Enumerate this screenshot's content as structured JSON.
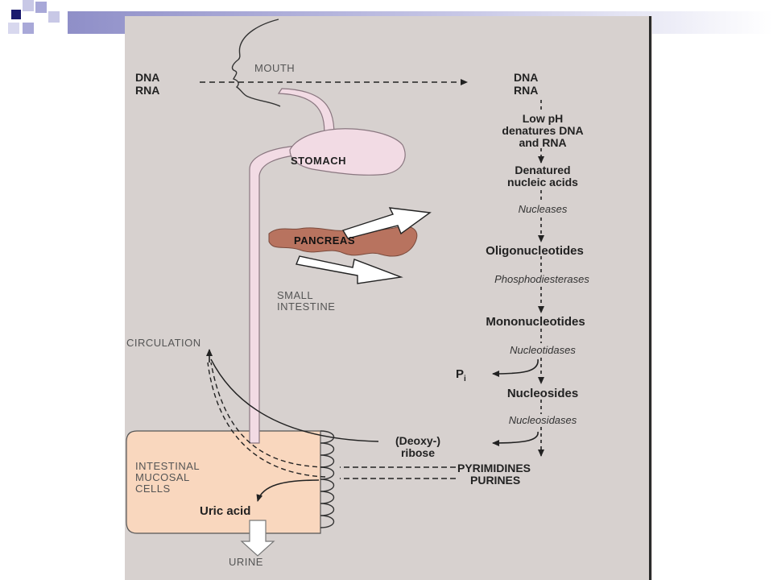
{
  "labels": {
    "dna_left": "DNA",
    "rna_left": "RNA",
    "mouth": "MOUTH",
    "dna_right": "DNA",
    "rna_right": "RNA",
    "low_ph": "Low pH\ndenatures DNA\nand RNA",
    "denatured": "Denatured\nnucleic acids",
    "nucleases": "Nucleases",
    "stomach": "STOMACH",
    "pancreas": "PANCREAS",
    "oligonucleotides": "Oligonucleotides",
    "phosphodiesterases": "Phosphodiesterases",
    "small_intestine": "SMALL\nINTESTINE",
    "mononucleotides": "Mononucleotides",
    "circulation": "CIRCULATION",
    "nucleotidases": "Nucleotidases",
    "pi": "P",
    "pi_sub": "i",
    "nucleosides": "Nucleosides",
    "nucleosidases": "Nucleosidases",
    "deoxyribose": "(Deoxy-)\nribose",
    "pyrimidines": "PYRIMIDINES",
    "purines": "PURINES",
    "intestinal_cells": "INTESTINAL\nMUCOSAL\nCELLS",
    "uric_acid": "Uric acid",
    "urine": "URINE"
  },
  "colors": {
    "panel_bg": "#d7d1cf",
    "tube": "#f2dbe4",
    "tube_outline": "#8a7780",
    "pancreas": "#b8735f",
    "cell_box": "#f9d7be",
    "arrow": "#222222",
    "slide_accent_dark": "#1a1a6e",
    "slide_accent_light": "#a8a8d8"
  }
}
